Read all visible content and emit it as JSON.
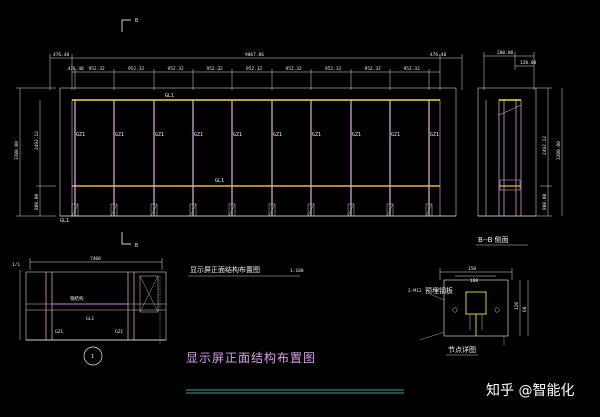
{
  "section_marker_top": "B",
  "section_marker_bottom": "B",
  "front": {
    "top_dims": [
      "476.48",
      "9067.86",
      "476.48"
    ],
    "sub_dims": [
      "476.48",
      "952.32",
      "952.32",
      "952.32",
      "952.32",
      "952.32",
      "952.32",
      "952.32",
      "952.32",
      "952.32"
    ],
    "left_dims": [
      "3200.00",
      "2492.12",
      "800.00"
    ],
    "column_labels": [
      "GZ1",
      "GZ1",
      "GZ1",
      "GZ1",
      "GZ1",
      "GZ1",
      "GZ1",
      "GZ1",
      "GZ1",
      "GZ1"
    ],
    "beam_labels": [
      "GL1",
      "GL1",
      "GL1"
    ]
  },
  "side": {
    "top_dims": [
      "200.00",
      "120.00"
    ],
    "right_dims": [
      "3200.00",
      "2492.12",
      "800.00"
    ],
    "label": "B--B 侧面"
  },
  "detail1": {
    "top_dim": "7400",
    "left_label": "1/1",
    "notes": [
      "GZ1",
      "GL1",
      "GZ1",
      "钢结构"
    ],
    "circle_label": "1"
  },
  "mid_note": {
    "text": "显示屏正面结构布置图",
    "scale": "1:100"
  },
  "node": {
    "dims": [
      "150",
      "100",
      "120",
      "60"
    ],
    "label_left": "2-M12",
    "label_right": "预埋钢板",
    "bottom_label": "节点详图"
  },
  "main_title": "显示屏正面结构布置图",
  "watermark": "知乎 @智能化"
}
